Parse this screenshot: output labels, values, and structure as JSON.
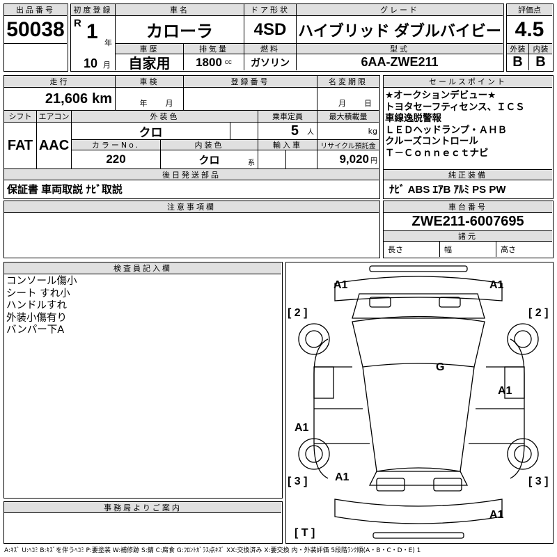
{
  "lot": {
    "label": "出品番号",
    "value": "50038"
  },
  "first_reg": {
    "label": "初度登録",
    "era": "R",
    "year": "1",
    "year_unit": "年",
    "month": "10",
    "month_unit": "月"
  },
  "car_name": {
    "label": "車名",
    "value": "カローラ"
  },
  "door": {
    "label": "ドア形状",
    "value": "4SD"
  },
  "grade": {
    "label": "グレード",
    "value": "ハイブリッド ダブルバイビー"
  },
  "history": {
    "label": "車歴",
    "value": "自家用"
  },
  "displacement": {
    "label": "排気量",
    "value": "1800",
    "unit": "cc"
  },
  "fuel": {
    "label": "燃料",
    "value": "ガソリン"
  },
  "model": {
    "label": "型式",
    "value": "6AA-ZWE211"
  },
  "score": {
    "label": "評価点",
    "value": "4.5",
    "ext_label": "外装",
    "ext": "B",
    "int_label": "内装",
    "int": "B"
  },
  "mileage": {
    "label": "走行",
    "value": "21,606",
    "unit": "km"
  },
  "inspection": {
    "label": "車検",
    "year_unit": "年",
    "month_unit": "月"
  },
  "reg_no": {
    "label": "登録番号"
  },
  "name_change": {
    "label": "名変期限",
    "month_unit": "月",
    "day_unit": "日"
  },
  "shift": {
    "label": "シフト",
    "value": "FAT"
  },
  "ac": {
    "label": "エアコン",
    "value": "AAC"
  },
  "ext_color": {
    "label": "外装色",
    "value": "クロ"
  },
  "capacity": {
    "label": "乗車定員",
    "value": "5",
    "unit": "人"
  },
  "max_load": {
    "label": "最大積載量",
    "unit": "kg"
  },
  "color_no": {
    "label": "カラーNo.",
    "value": "220"
  },
  "int_color": {
    "label": "内装色",
    "value": "クロ",
    "unit": "系"
  },
  "import": {
    "label": "輸入車"
  },
  "recycle": {
    "label": "リサイクル預託金",
    "value": "9,020",
    "unit": "円"
  },
  "later_parts": {
    "label": "後日発送部品",
    "value": "保証書 車両取説 ﾅﾋﾞ取説"
  },
  "sale_points": {
    "label": "セールスポイント",
    "items": [
      "★オークションデビュー★",
      "トヨタセーフティセンス、ＩＣＳ",
      "車線逸脱警報",
      "ＬＥＤヘッドランプ・ＡＨＢ",
      "クルーズコントロール",
      "Ｔ－Ｃｏｎｎｅｃｔナビ"
    ]
  },
  "equipment": {
    "label": "純正装備",
    "value": "ﾅﾋﾞ ABS ｴｱB ｱﾙﾐ PS PW"
  },
  "notes": {
    "label": "注意事項欄"
  },
  "chassis": {
    "label": "車台番号",
    "value": "ZWE211-6007695",
    "spec_label": "諸元",
    "length": "長さ",
    "width": "幅",
    "height": "高さ"
  },
  "inspector": {
    "label": "検査員記入欄",
    "lines": [
      "コンソール傷小",
      "シート すれ小",
      "ハンドルすれ",
      "外装小傷有り",
      "バンパー下A"
    ]
  },
  "office": {
    "label": "事務局よりご案内"
  },
  "diagram": {
    "marks": {
      "fl": "A1",
      "fr": "A1",
      "l2": "[ 2 ]",
      "r2": "[ 2 ]",
      "g": "G",
      "ra": "A1",
      "la": "A1",
      "l3": "[ 3 ]",
      "r3": "[ 3 ]",
      "rl": "A1",
      "rb": "A1",
      "t": "[ T ]"
    }
  },
  "legend": "A:ｷｽﾞ U:ﾍｺﾐ B:ｷｽﾞを伴うﾍｺﾐ P:要塗装 W:補修跡 S:錆 C:腐食 G:ﾌﾛﾝﾄｶﾞﾗｽ点ｷｽﾞ XX:交換済み X:要交換 内・外装評価 5段階ﾗﾝｸ順(A・B・C・D・E) 1"
}
